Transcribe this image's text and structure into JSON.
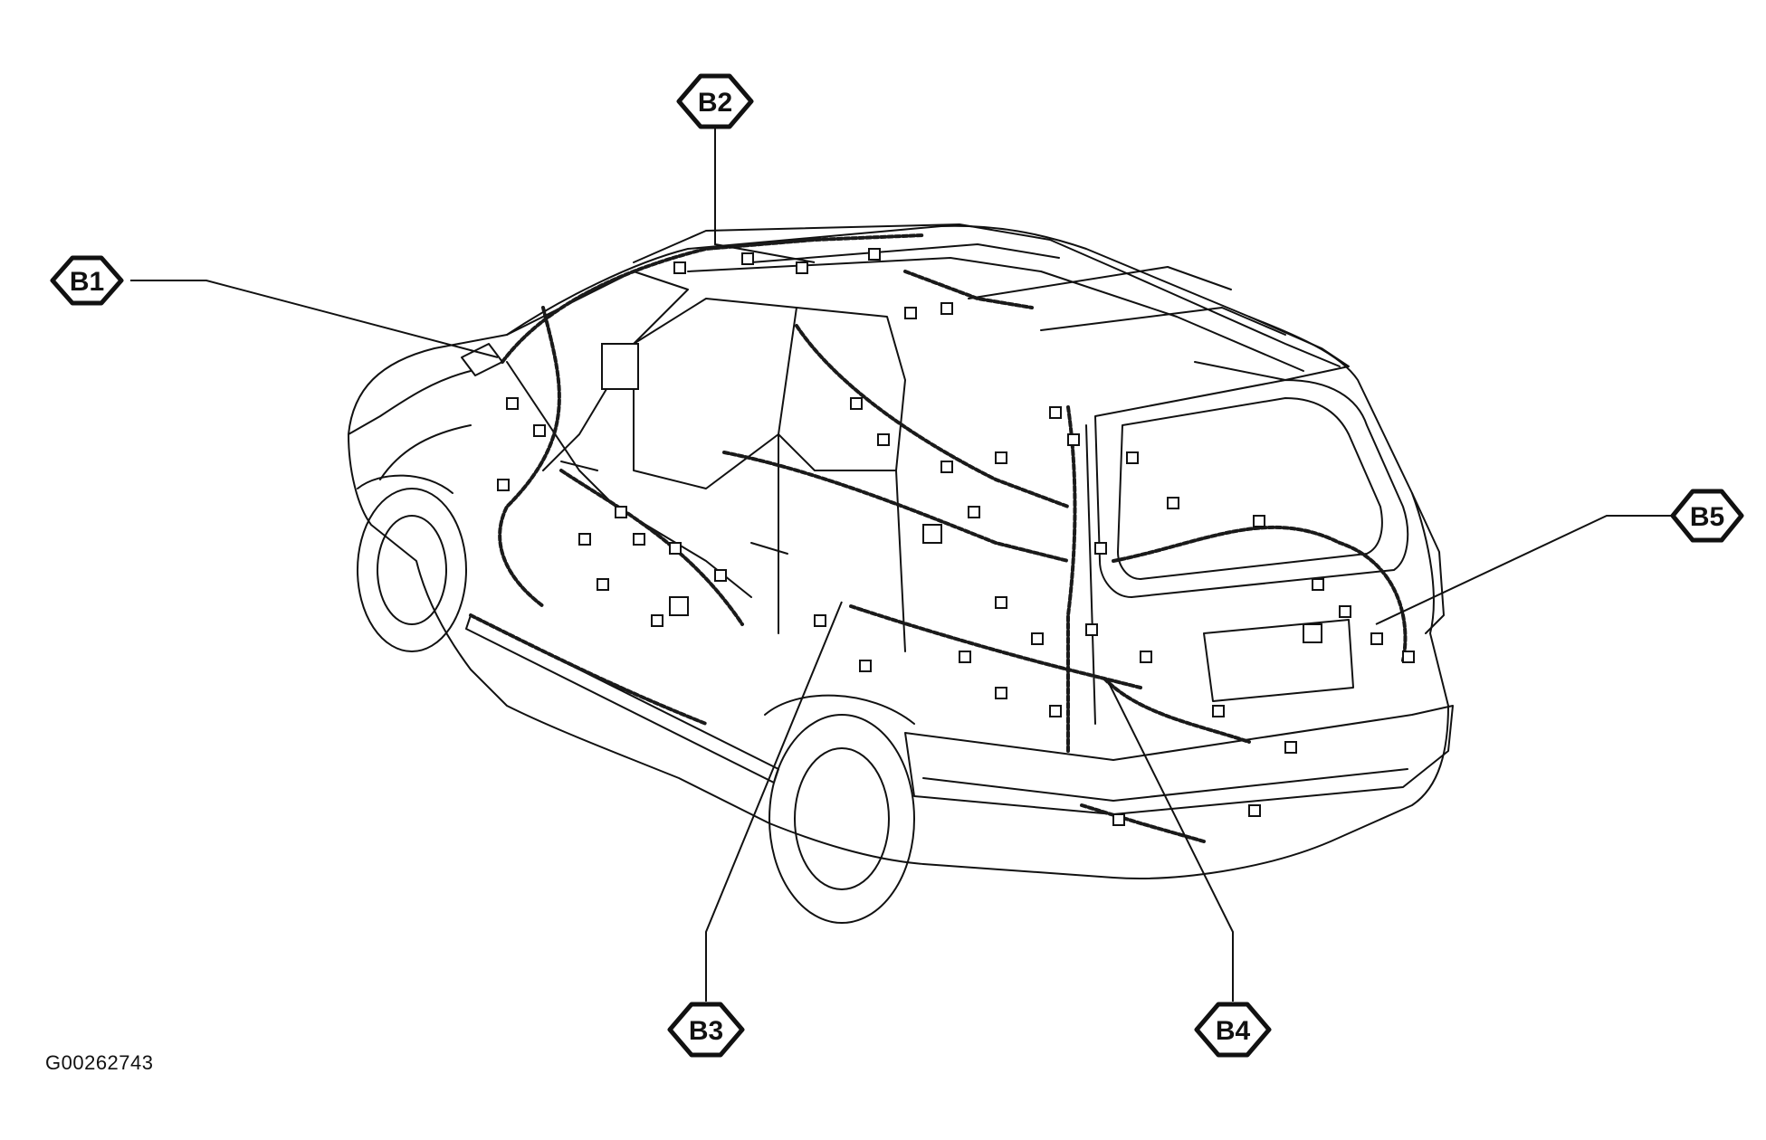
{
  "figure_id": "G00262743",
  "callouts": [
    {
      "id": "B1",
      "label": "B1"
    },
    {
      "id": "B2",
      "label": "B2"
    },
    {
      "id": "B3",
      "label": "B3"
    },
    {
      "id": "B4",
      "label": "B4"
    },
    {
      "id": "B5",
      "label": "B5"
    }
  ],
  "colors": {
    "line": "#111111",
    "harness": "#1a1a1a",
    "background": "#ffffff"
  }
}
